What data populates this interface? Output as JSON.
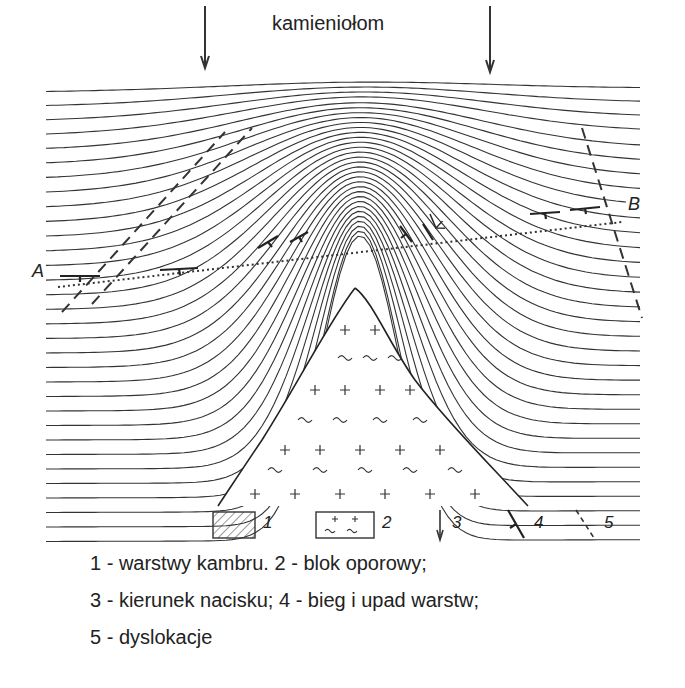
{
  "diagram": {
    "labels": [
      "kamieniołom",
      "A",
      "B",
      "1",
      "2",
      "3",
      "4",
      "5",
      "1 - warstwy kambru. 2 - blok oporowy;",
      "3 - kierunek nacisku; 4 - bieg i upad warstw;",
      "5 - dyslokacje"
    ]
  }
}
